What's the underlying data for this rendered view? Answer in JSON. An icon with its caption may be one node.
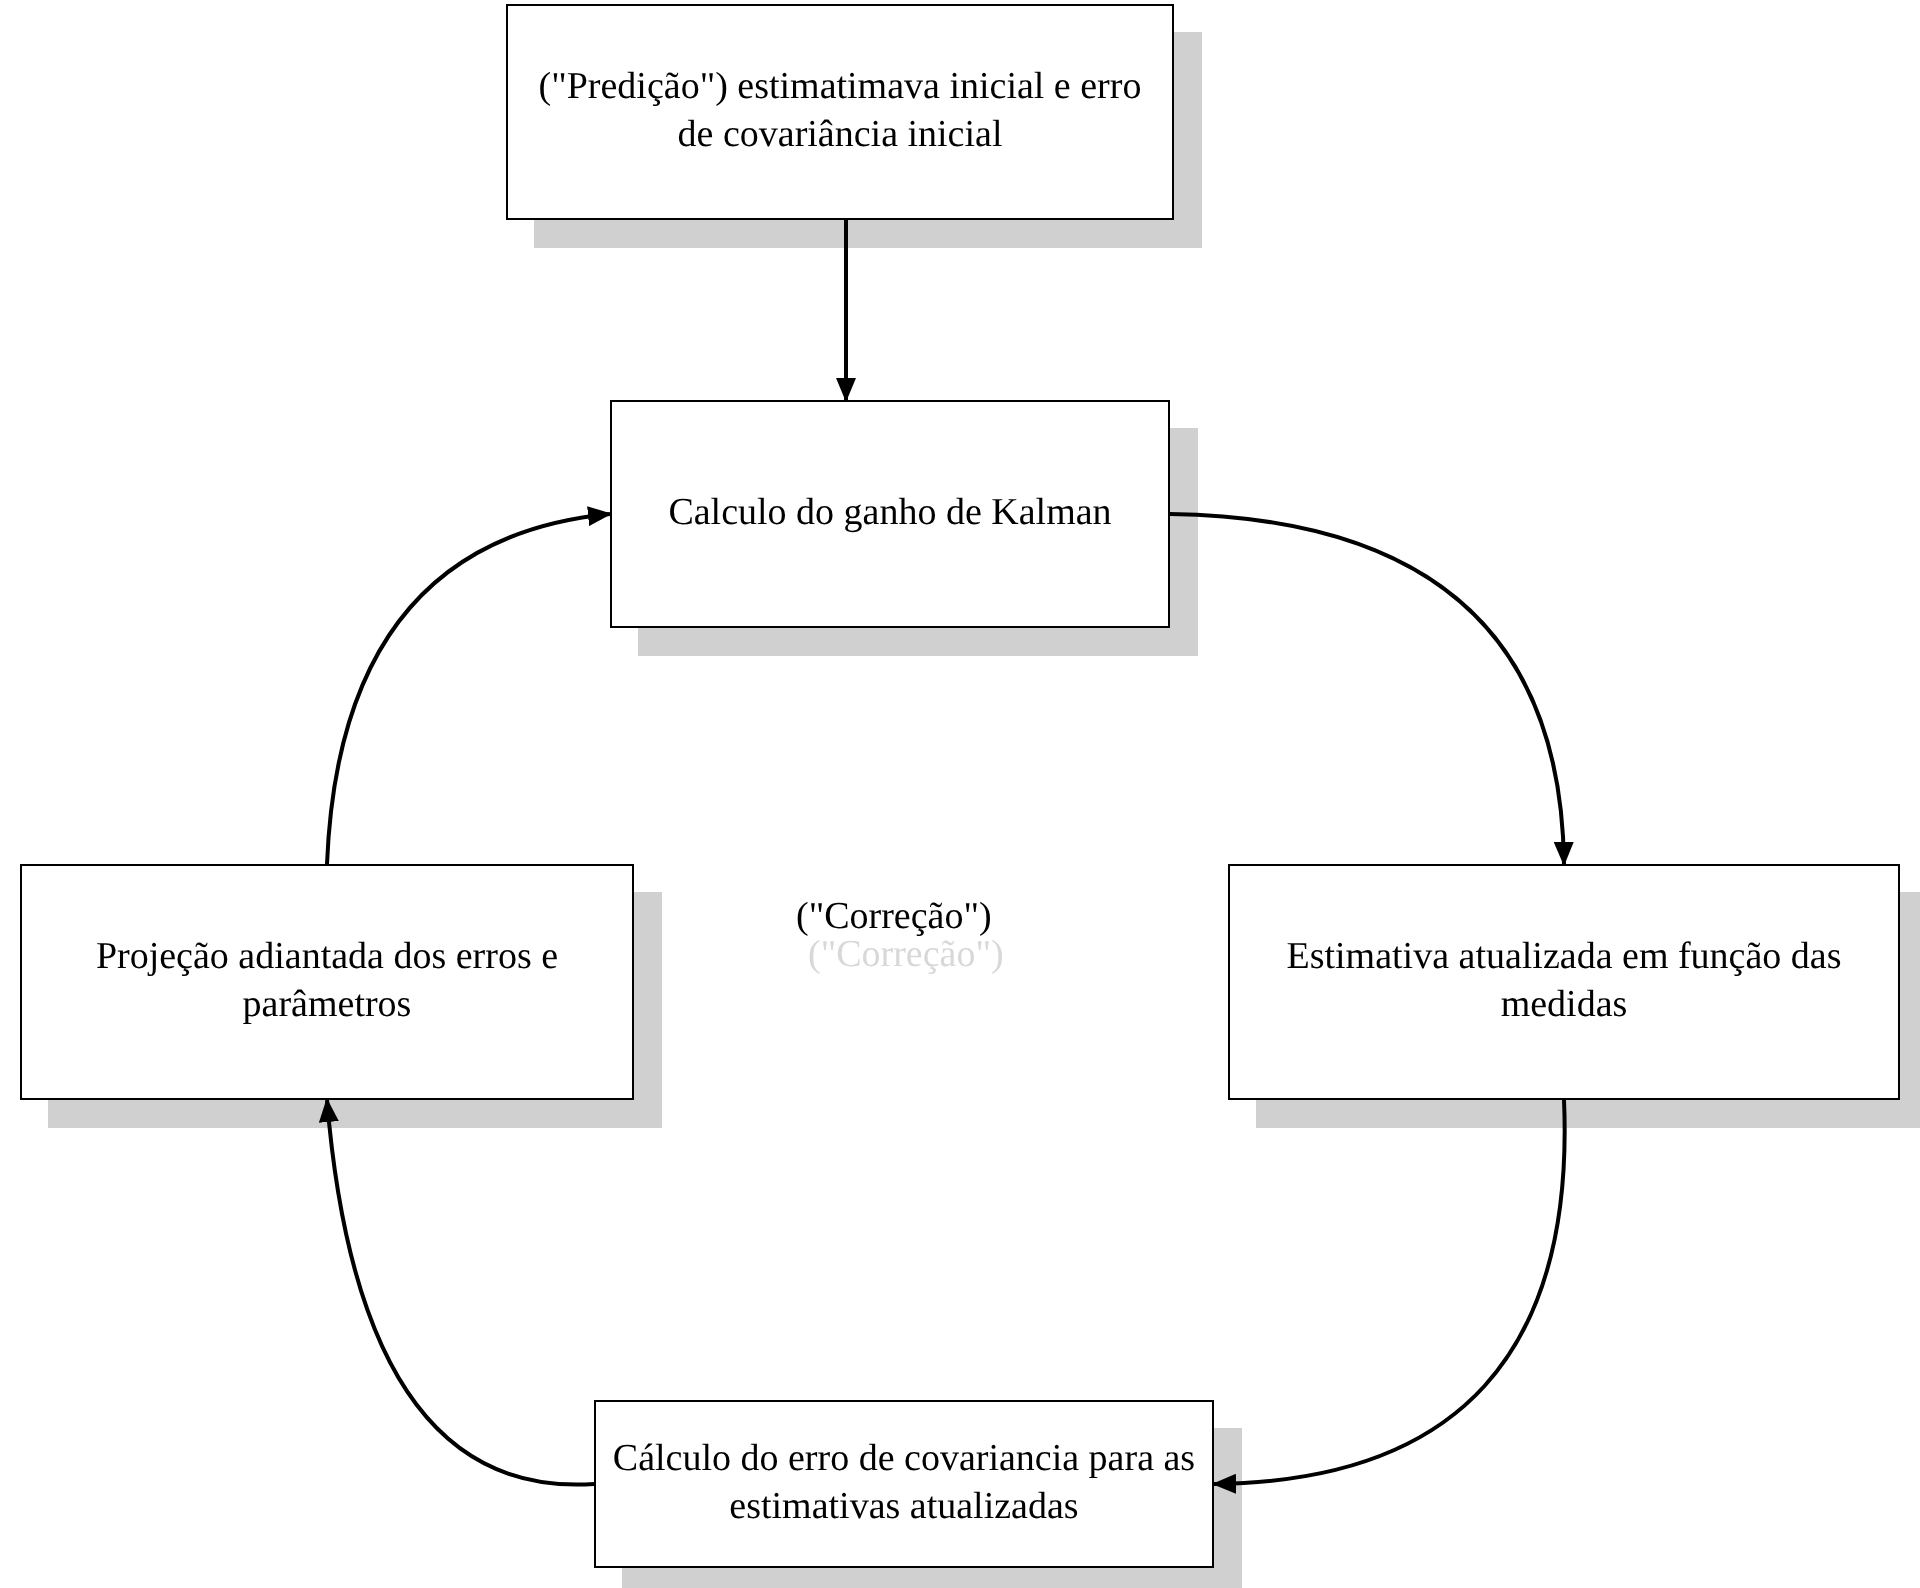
{
  "diagram": {
    "nodes": [
      {
        "text": [
          "(\"Predição\") estimatimava inicial e erro de covariância inicial"
        ]
      },
      {
        "text": [
          "Calculo do ganho de Kalman"
        ]
      },
      {
        "text": [
          "Estimativa atualizada em função das medidas"
        ]
      },
      {
        "text": [
          "Cálculo do erro de covariancia para as estimativas atualizadas"
        ]
      },
      {
        "text": [
          "Projeção adiantada dos erros e parâmetros"
        ]
      }
    ],
    "edges": [
      {
        "from": 0,
        "to": 1,
        "arrow": "to"
      },
      {
        "from": 1,
        "to": 2,
        "arrow": "to"
      },
      {
        "from": 2,
        "to": 3,
        "arrow": "to"
      },
      {
        "from": 3,
        "to": 4,
        "arrow": "to"
      },
      {
        "from": 4,
        "to": 1,
        "arrow": "to"
      }
    ],
    "labels": [
      "(\"Correção\")"
    ]
  }
}
